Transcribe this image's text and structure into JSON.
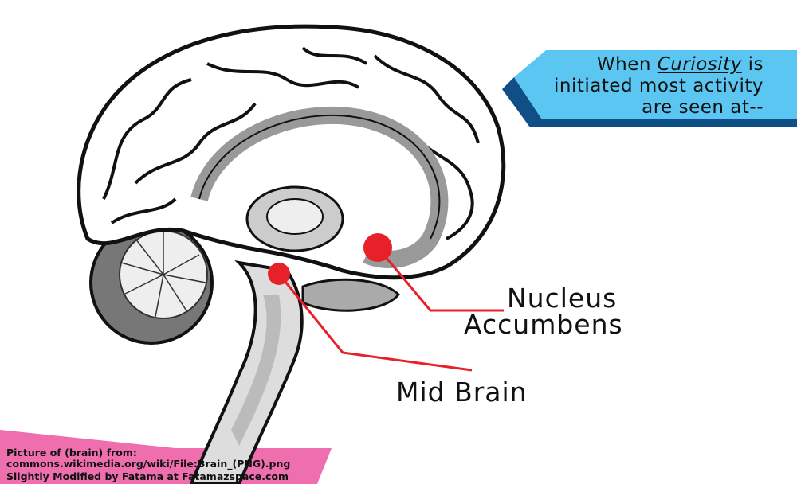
{
  "callout": {
    "line1_prefix": "When",
    "line1_emphasis": "Curiosity",
    "line1_suffix": "is",
    "line2": "initiated most activity",
    "line3": "are seen at--",
    "fill_color": "#5bc6f2",
    "shadow_color": "#0f4f86"
  },
  "labels": {
    "nucleus_line1": "Nucleus",
    "nucleus_line2": "Accumbens",
    "mid_brain": "Mid Brain"
  },
  "markers": {
    "color": "#e8202a"
  },
  "credit": {
    "line1": "Picture of (brain) from:",
    "line2": "commons.wikimedia.org/wiki/File:Brain_(PNG).png",
    "line3": "Slightly Modified by Fatama at Fatamazspace.com",
    "banner_color": "#ef6fae"
  }
}
